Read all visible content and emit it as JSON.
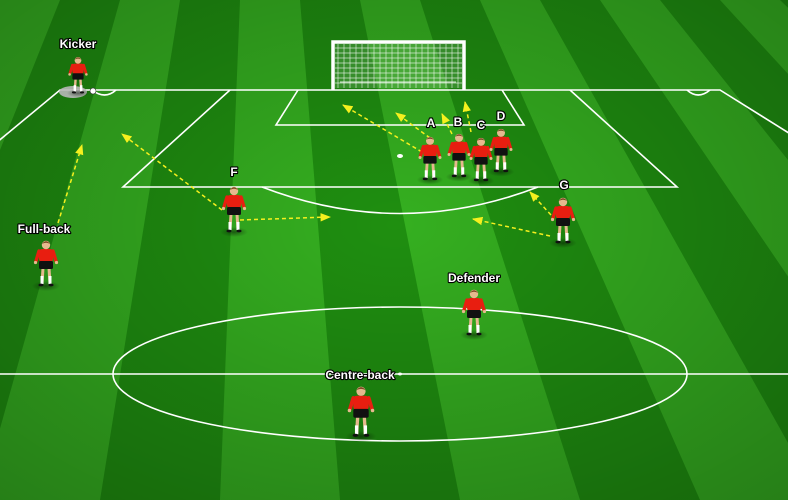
{
  "colors": {
    "grass_light": "#35b020",
    "grass_dark": "#1f8f10",
    "lines": "#ffffff",
    "arrows": "#f5f01e",
    "shirt": "#e81e10",
    "shorts": "#111111"
  },
  "labels": {
    "kicker": "Kicker",
    "full_back": "Full-back",
    "f": "F",
    "g": "G",
    "a": "A",
    "b": "B",
    "c": "C",
    "d": "D",
    "defender": "Defender",
    "centre_back": "Centre-back"
  }
}
